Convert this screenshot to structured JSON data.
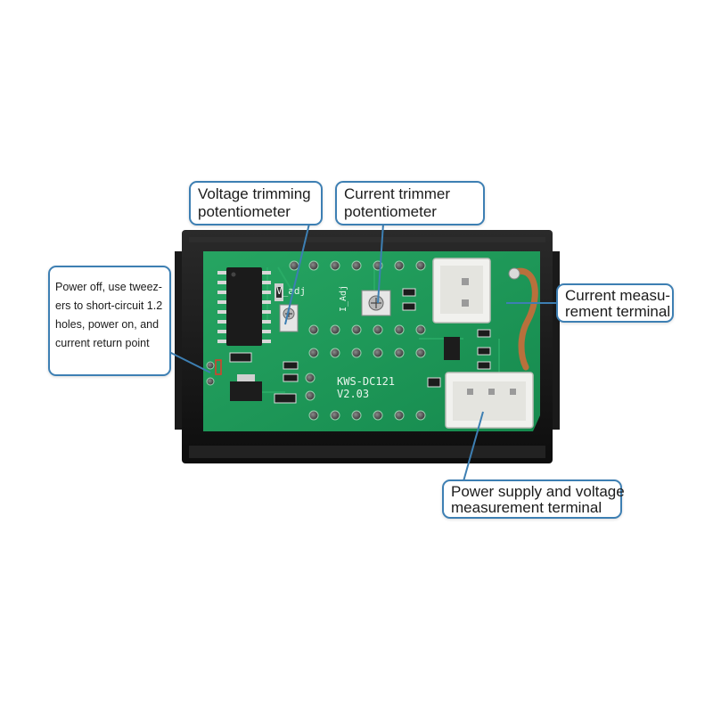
{
  "board": {
    "silkscreen_model": "KWS-DC121",
    "silkscreen_version": "V2.03",
    "silkscreen_v_adj": "V_adj",
    "silkscreen_i_adj": "I_Adj"
  },
  "callouts": {
    "voltage_trimmer": {
      "line1": "Voltage trimming",
      "line2": "potentiometer"
    },
    "current_trimmer": {
      "line1": "Current trimmer",
      "line2": "potentiometer"
    },
    "current_terminal": {
      "line1": "Current measu-",
      "line2": "rement terminal"
    },
    "power_terminal": {
      "line1": "Power supply and voltage",
      "line2": "measurement terminal"
    },
    "calibration_note": {
      "line1": "Power off, use tweez-",
      "line2": "ers to short-circuit 1.2",
      "line3": "holes, power on, and",
      "line4": "current return point"
    }
  },
  "colors": {
    "pcb_green": "#1f9a5a",
    "case_black": "#151515",
    "callout_border": "#3d7fb3",
    "connector_white": "#f1f1ee"
  }
}
